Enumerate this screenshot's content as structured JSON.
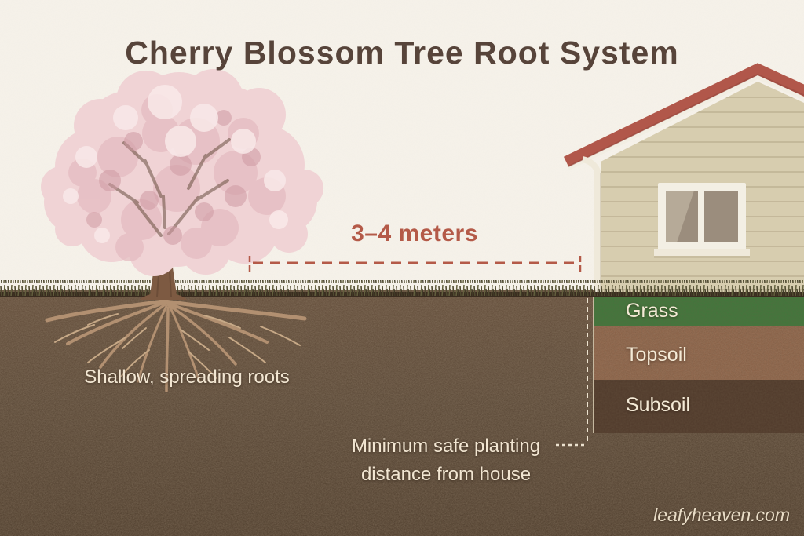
{
  "title": "Cherry Blossom Tree Root System",
  "measurement": {
    "label": "3–4 meters"
  },
  "soil_layers": [
    {
      "label": "Grass",
      "color": "#41783c"
    },
    {
      "label": "Topsoil",
      "color": "#8b5f44"
    },
    {
      "label": "Subsoil",
      "color": "#503a2b"
    }
  ],
  "annotations": {
    "roots": "Shallow, spreading roots",
    "distance_line1": "Minimum safe planting",
    "distance_line2": "distance from house"
  },
  "watermark": "leafyheaven.com",
  "colors": {
    "background_cream": "#f6f2ea",
    "title_brown": "#57443a",
    "accent_terracotta": "#b45a48",
    "soil_dark": "#4e3a2a",
    "label_cream": "#f2e6d2",
    "house_siding": "#d7cdaf",
    "roof_red": "#b1574a",
    "blossom_pink": "#f0d3d5"
  }
}
